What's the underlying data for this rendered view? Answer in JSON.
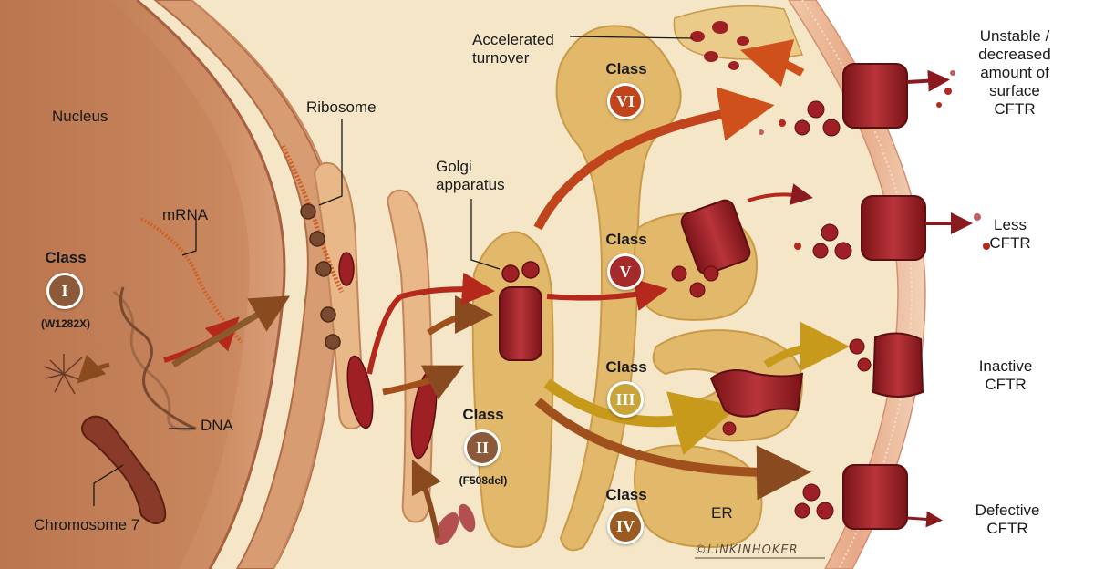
{
  "labels": {
    "nucleus": "Nucleus",
    "ribosome": "Ribosome",
    "mrna": "mRNA",
    "dna": "DNA",
    "chromosome": "Chromosome 7",
    "golgi": "Golgi\napparatus",
    "accelerated": "Accelerated\nturnover",
    "er": "ER",
    "unstable": "Unstable /\ndecreased\namount of\nsurface\nCFTR",
    "less": "Less\nCFTR",
    "inactive": "Inactive\nCFTR",
    "defective": "Defective\nCFTR",
    "credit": "©LINKINHOKER"
  },
  "classes": [
    {
      "word": "Class",
      "numeral": "I",
      "note": "(W1282X)",
      "color": "#8a5a3a"
    },
    {
      "word": "Class",
      "numeral": "II",
      "note": "(F508del)",
      "color": "#8a5a3a"
    },
    {
      "word": "Class",
      "numeral": "III",
      "note": "",
      "color": "#c9a43a"
    },
    {
      "word": "Class",
      "numeral": "IV",
      "note": "",
      "color": "#9a5a20"
    },
    {
      "word": "Class",
      "numeral": "V",
      "note": "",
      "color": "#a52a2a"
    },
    {
      "word": "Class",
      "numeral": "VI",
      "note": "",
      "color": "#c0451c"
    }
  ],
  "colors": {
    "cytoplasm": "#f5e6c8",
    "nucleus": "#c9825a",
    "organelle": "#e2b86a",
    "membrane": "#eab89a",
    "protein": "#9e1f24"
  }
}
